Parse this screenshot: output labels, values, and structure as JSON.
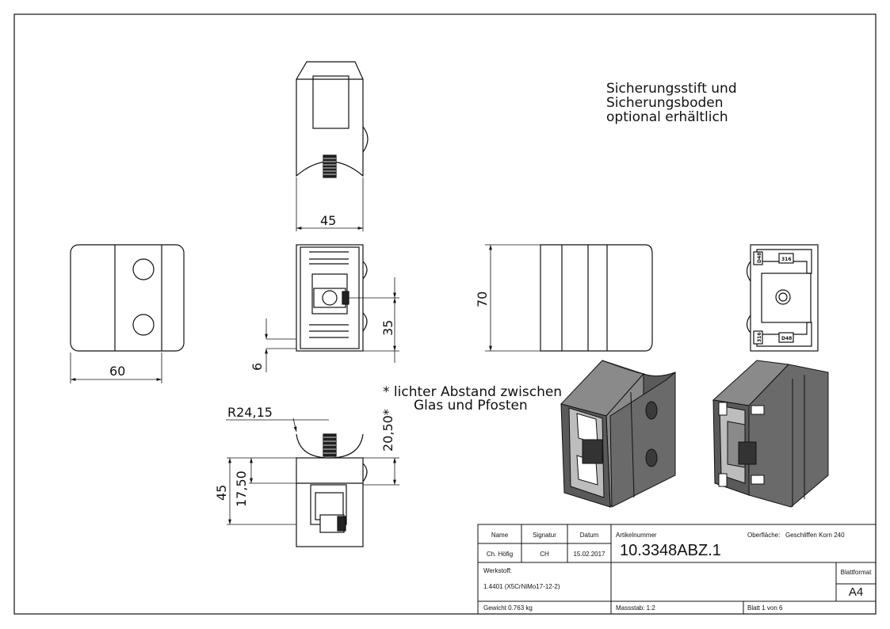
{
  "dimensions": {
    "top_width": "45",
    "left_width": "60",
    "side_height": "70",
    "front_35": "35",
    "front_6": "6",
    "bottom_radius": "R24,15",
    "bottom_gap": "20,50*",
    "bottom_45": "45",
    "bottom_1750": "17,50"
  },
  "notes": {
    "optional_line1": "Sicherungsstift und",
    "optional_line2": "Sicherungsboden",
    "optional_line3": "optional erhältlich",
    "gap_line1": "* lichter Abstand zwischen",
    "gap_line2": "Glas und Pfosten"
  },
  "engravings": {
    "d48": "D48",
    "s316": "316"
  },
  "title_block": {
    "col_name": "Name",
    "col_signatur": "Signatur",
    "col_datum": "Datum",
    "name_value": "Ch. Höfig",
    "signatur_value": "CH",
    "datum_value": "15.02.2017",
    "artikel_label": "Artikelnummer",
    "artikel_value": "10.3348ABZ.1",
    "oberflaeche_label": "Oberfläche:",
    "oberflaeche_value": "Geschliffen Korn 240",
    "werkstoff_label": "Werkstoff:",
    "werkstoff_value": "1.4401 (X5CrNiMo17-12-2)",
    "blattformat_label": "Blattformat",
    "blattformat_value": "A4",
    "gewicht": "Gewicht 0.763 kg",
    "massstab": "Massstab: 1:2",
    "blatt": "Blatt 1 von 6"
  },
  "colors": {
    "line": "#111111",
    "shade_dark": "#5a5a5a",
    "shade_mid": "#8a8a8a",
    "shade_light": "#bdbdbd"
  }
}
